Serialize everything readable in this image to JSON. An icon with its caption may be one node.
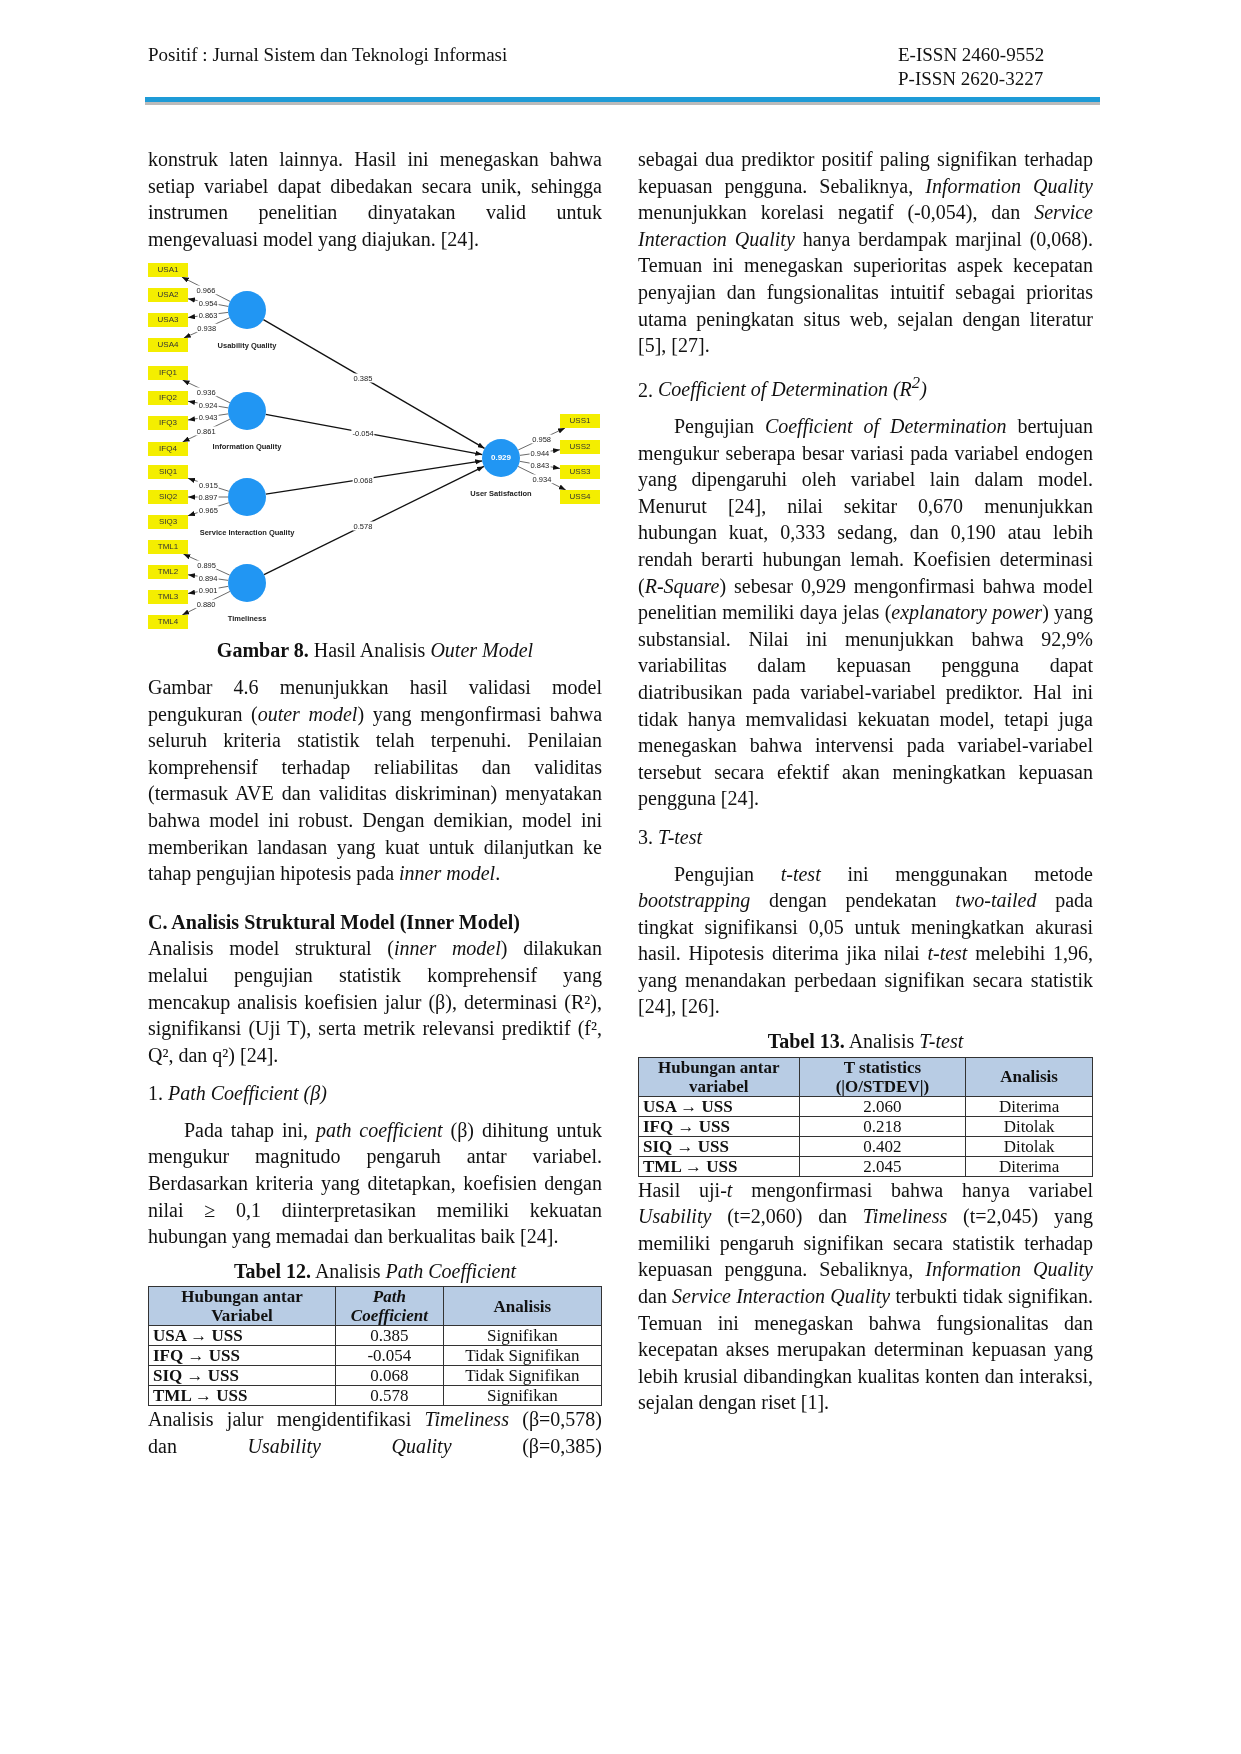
{
  "diagram": {
    "caption": "**Gambar 8.** Hasil Analisis *Outer Model*",
    "nodes": [
      {
        "text": [
          "USA1"
        ]
      },
      {
        "text": [
          "USA2"
        ]
      },
      {
        "text": [
          "USA3"
        ]
      },
      {
        "text": [
          "USA4"
        ]
      },
      {
        "text": [],
        "shape": "circle",
        "beside": [
          "Usability Quality"
        ]
      },
      {
        "text": [
          "IFQ1"
        ]
      },
      {
        "text": [
          "IFQ2"
        ]
      },
      {
        "text": [
          "IFQ3"
        ]
      },
      {
        "text": [
          "IFQ4"
        ]
      },
      {
        "text": [],
        "shape": "circle",
        "beside": [
          "Information Quality"
        ]
      },
      {
        "text": [
          "SIQ1"
        ]
      },
      {
        "text": [
          "SIQ2"
        ]
      },
      {
        "text": [
          "SIQ3"
        ]
      },
      {
        "text": [],
        "shape": "circle",
        "beside": [
          "Service Interaction Quality"
        ]
      },
      {
        "text": [
          "TML1"
        ]
      },
      {
        "text": [
          "TML2"
        ]
      },
      {
        "text": [
          "TML3"
        ]
      },
      {
        "text": [
          "TML4"
        ]
      },
      {
        "text": [],
        "shape": "circle",
        "beside": [
          "Timeliness"
        ]
      },
      {
        "text": [
          "0.929"
        ],
        "beside": [
          "User Satisfaction"
        ]
      },
      {
        "text": [
          "USS1"
        ]
      },
      {
        "text": [
          "USS2"
        ]
      },
      {
        "text": [
          "USS3"
        ]
      },
      {
        "text": [
          "USS4"
        ]
      }
    ],
    "edges": [
      {
        "from": 4,
        "to": 0,
        "arrow": "to",
        "label": "0.966"
      },
      {
        "from": 4,
        "to": 1,
        "arrow": "to",
        "label": "0.954"
      },
      {
        "from": 4,
        "to": 2,
        "arrow": "to",
        "label": "0.863"
      },
      {
        "from": 4,
        "to": 3,
        "arrow": "to",
        "label": "0.938"
      },
      {
        "from": 9,
        "to": 5,
        "arrow": "to",
        "label": "0.936"
      },
      {
        "from": 9,
        "to": 6,
        "arrow": "to",
        "label": "0.924"
      },
      {
        "from": 9,
        "to": 7,
        "arrow": "to",
        "label": "0.943"
      },
      {
        "from": 9,
        "to": 8,
        "arrow": "to",
        "label": "0.861"
      },
      {
        "from": 13,
        "to": 10,
        "arrow": "to",
        "label": "0.915"
      },
      {
        "from": 13,
        "to": 11,
        "arrow": "to",
        "label": "0.897"
      },
      {
        "from": 13,
        "to": 12,
        "arrow": "to",
        "label": "0.965"
      },
      {
        "from": 18,
        "to": 14,
        "arrow": "to",
        "label": "0.895"
      },
      {
        "from": 18,
        "to": 15,
        "arrow": "to",
        "label": "0.894"
      },
      {
        "from": 18,
        "to": 16,
        "arrow": "to",
        "label": "0.901"
      },
      {
        "from": 18,
        "to": 17,
        "arrow": "to",
        "label": "0.880"
      },
      {
        "from": 4,
        "to": 19,
        "arrow": "to",
        "label": "0.385"
      },
      {
        "from": 9,
        "to": 19,
        "arrow": "to",
        "label": "-0.054"
      },
      {
        "from": 13,
        "to": 19,
        "arrow": "to",
        "label": "0.068"
      },
      {
        "from": 18,
        "to": 19,
        "arrow": "to",
        "label": "0.578"
      },
      {
        "from": 19,
        "to": 20,
        "arrow": "to",
        "label": "0.958"
      },
      {
        "from": 19,
        "to": 21,
        "arrow": "to",
        "label": "0.944"
      },
      {
        "from": 19,
        "to": 22,
        "arrow": "to",
        "label": "0.843"
      },
      {
        "from": 19,
        "to": 23,
        "arrow": "to",
        "label": "0.934"
      }
    ],
    "labels": [
      "Positif : Jurnal Sistem dan Teknologi Informasi",
      "E-ISSN 2460-9552",
      "P-ISSN 2620-3227",
      "konstruk laten lainnya. Hasil ini menegaskan bahwa setiap variabel dapat dibedakan secara unik, sehingga instrumen penelitian dinyatakan valid untuk mengevaluasi model yang diajukan. [24].",
      "Gambar 4.6 menunjukkan hasil validasi model pengukuran (*outer model*) yang mengonfirmasi bahwa seluruh kriteria statistik telah terpenuhi. Penilaian komprehensif terhadap reliabilitas dan validitas (termasuk AVE dan validitas diskriminan) menyatakan bahwa model ini robust. Dengan demikian, model ini memberikan landasan yang kuat untuk dilanjutkan ke tahap pengujian hipotesis pada *inner model*.",
      "C. Analisis Struktural Model (Inner Model)",
      "Analisis model struktural (*inner model*) dilakukan melalui pengujian statistik komprehensif yang mencakup analisis koefisien jalur (β), determinasi (R²), signifikansi (Uji T), serta metrik relevansi prediktif (f², Q², dan q²) [24].",
      "1. *Path Coefficient (β)*",
      "Pada tahap ini, *path coefficient* (β) dihitung untuk mengukur magnitudo pengaruh antar variabel. Berdasarkan kriteria yang ditetapkan, koefisien dengan nilai ≥ 0,1 diinterpretasikan memiliki kekuatan hubungan yang memadai dan berkualitas baik [24].",
      "**Tabel 12.** Analisis *Path Coefficient*",
      "Hubungan antar Variabel",
      "Path Coefficient",
      "Analisis",
      "USA → USS",
      "0.385",
      "Signifikan",
      "IFQ → USS",
      "-0.054",
      "Tidak Signifikan",
      "SIQ → USS",
      "0.068",
      "Tidak Signifikan",
      "TML → USS",
      "0.578",
      "Signifikan",
      "Analisis jalur mengidentifikasi *Timeliness* (β=0,578) dan *Usability Quality* (β=0,385)",
      "sebagai dua prediktor positif paling signifikan terhadap kepuasan pengguna. Sebaliknya, *Information Quality* menunjukkan korelasi negatif (-0,054), dan *Service Interaction Quality* hanya berdampak marjinal (0,068). Temuan ini menegaskan superioritas aspek kecepatan penyajian dan fungsionalitas intuitif sebagai prioritas utama peningkatan situs web, sejalan dengan literatur [5], [27].",
      "2. *Coefficient of Determination (R$^{2}$)*",
      "Pengujian *Coefficient of Determination* bertujuan mengukur seberapa besar variasi pada variabel endogen yang dipengaruhi oleh variabel lain dalam model. Menurut [24], nilai sekitar 0,670 menunjukkan hubungan kuat, 0,333 sedang, dan 0,190 atau lebih rendah berarti hubungan lemah. Koefisien determinasi (*R-Square*) sebesar 0,929 mengonfirmasi bahwa model penelitian memiliki daya jelas (*explanatory power*) yang substansial. Nilai ini menunjukkan bahwa 92,9% variabilitas dalam kepuasan pengguna dapat diatribusikan pada variabel-variabel prediktor. Hal ini tidak hanya memvalidasi kekuatan model, tetapi juga menegaskan bahwa intervensi pada variabel-variabel tersebut secara efektif akan meningkatkan kepuasan pengguna [24].",
      "3. *T-test*",
      "Pengujian *t-test* ini menggunakan metode *bootstrapping* dengan pendekatan *two-tailed* pada tingkat signifikansi 0,05 untuk meningkatkan akurasi hasil. Hipotesis diterima jika nilai *t-test* melebihi 1,96, yang menandakan perbedaan signifikan secara statistik [24], [26].",
      "**Tabel 13.** Analisis *T-test*",
      "Hubungan antar variabel",
      "T statistics (|O/STDEV|)",
      "Analisis",
      "USA → USS",
      "2.060",
      "Diterima",
      "IFQ → USS",
      "0.218",
      "Ditolak",
      "SIQ → USS",
      "0.402",
      "Ditolak",
      "TML → USS",
      "2.045",
      "Diterima",
      "Hasil uji-*t* mengonfirmasi bahwa hanya variabel *Usability* (t=2,060) dan *Timeliness* (t=2,045) yang memiliki pengaruh signifikan secara statistik terhadap kepuasan pengguna. Sebaliknya, *Information Quality* dan *Service Interaction Quality* terbukti tidak signifikan. Temuan ini menegaskan bahwa fungsionalitas dan kecepatan akses merupakan determinan kepuasan yang lebih krusial dibandingkan kualitas konten dan interaksi, sejalan dengan riset [1]."
    ]
  }
}
